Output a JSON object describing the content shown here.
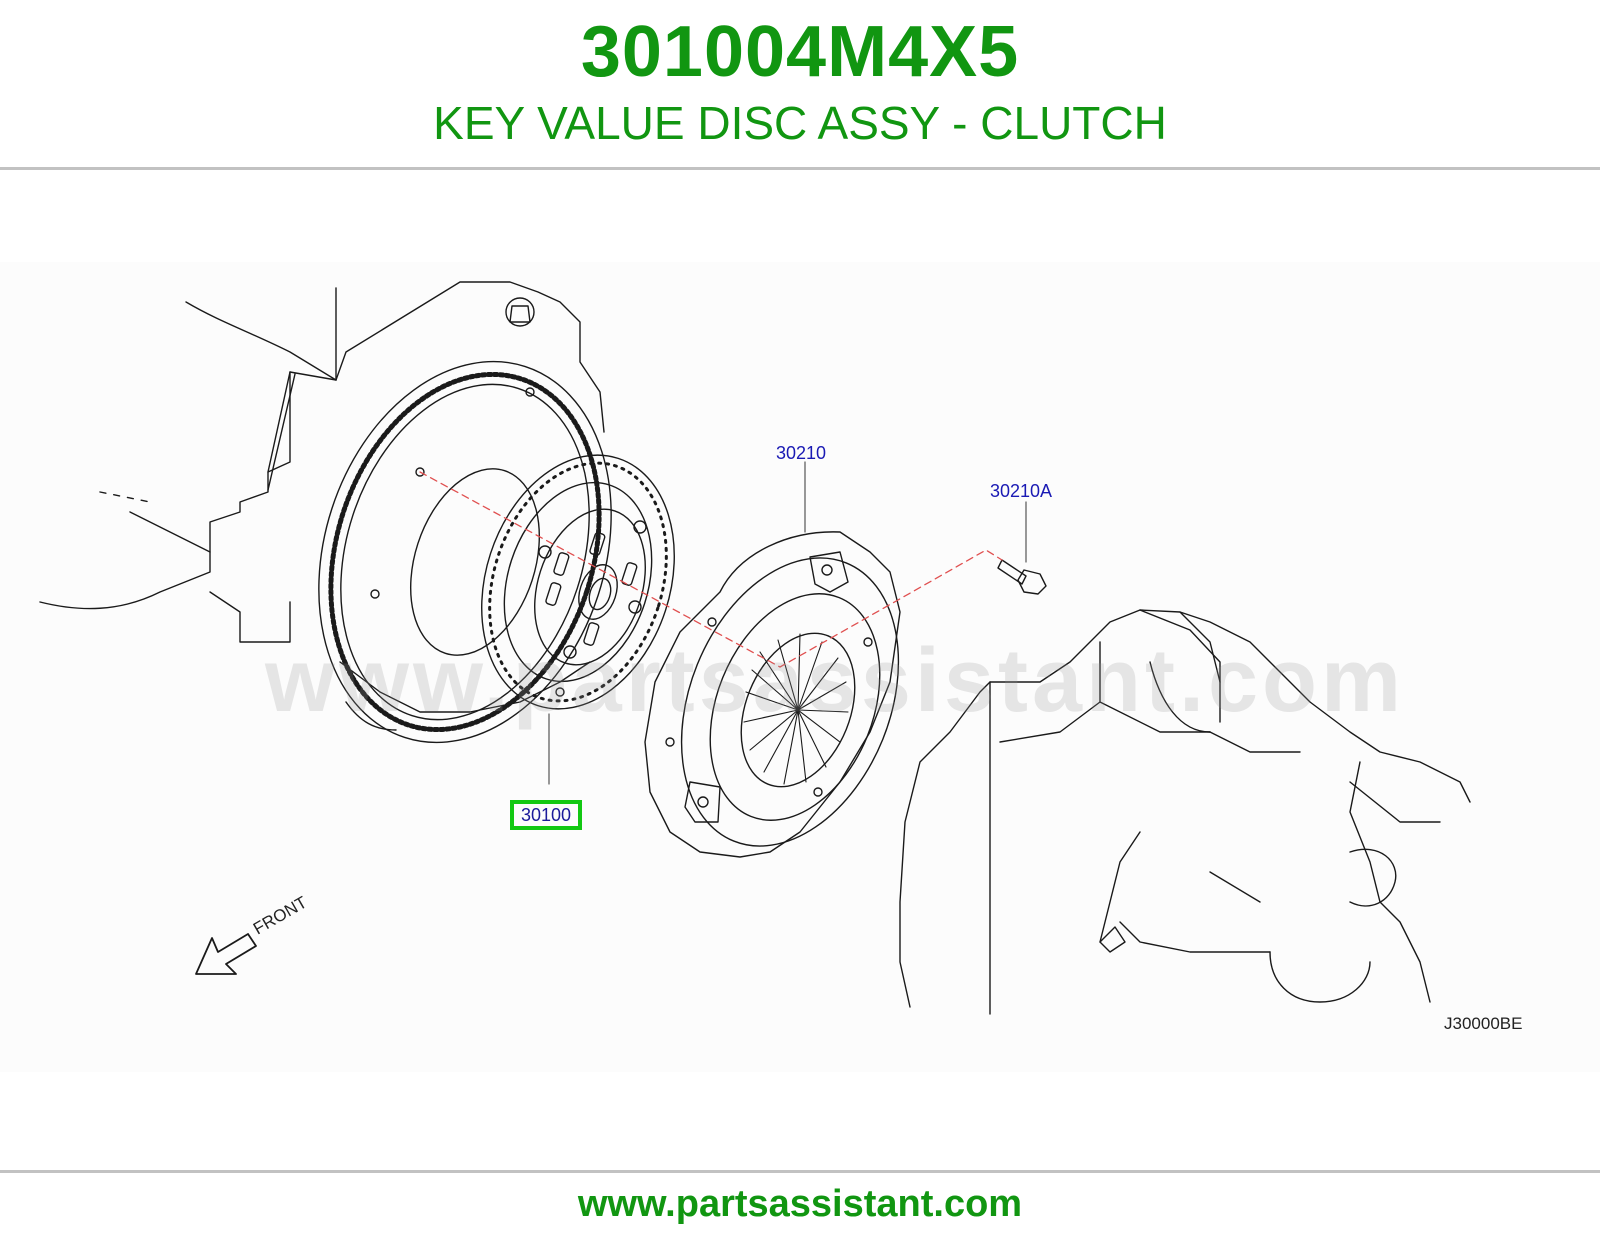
{
  "header": {
    "part_number": "301004M4X5",
    "part_name": "KEY VALUE DISC ASSY - CLUTCH"
  },
  "diagram": {
    "callouts": {
      "pressure_cover": "30210",
      "bolt": "30210A",
      "clutch_disc": "30100"
    },
    "drawing_code": "J30000BE",
    "front_label": "FRONT",
    "watermark": "www.partsassistant.com"
  },
  "footer": {
    "url": "www.partsassistant.com"
  },
  "colors": {
    "brand_green": "#119611",
    "callout_blue": "#1a1ab4",
    "highlight_green": "#12c812",
    "leader_red": "#e05050"
  }
}
